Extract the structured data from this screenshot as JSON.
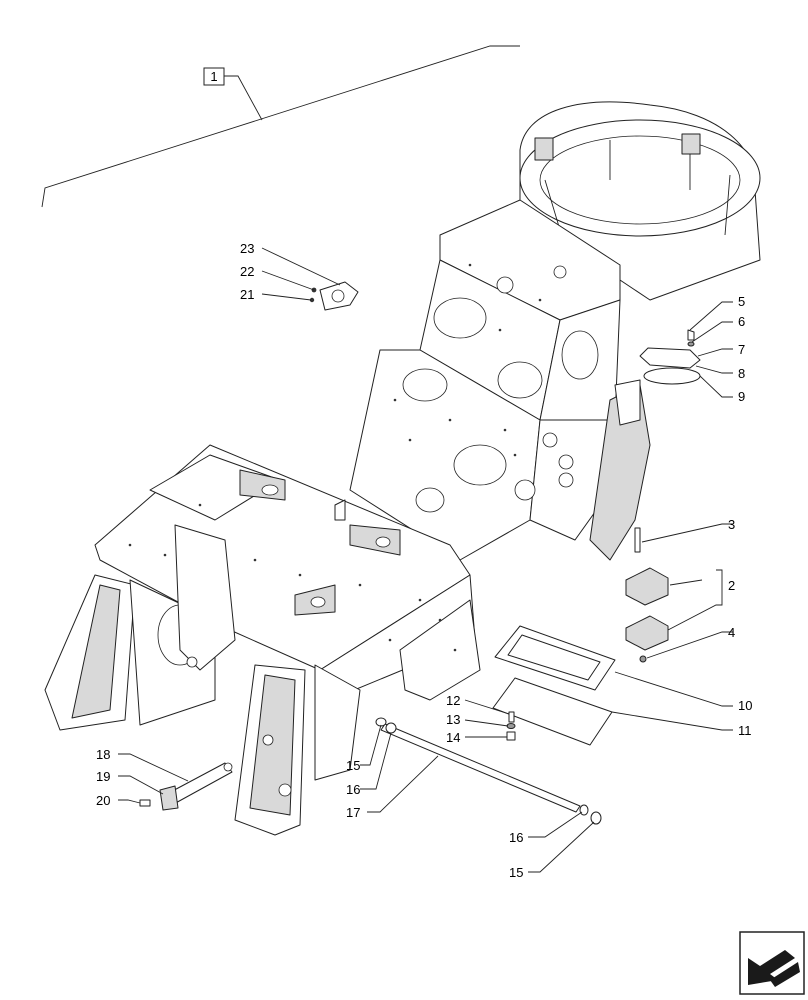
{
  "assembly_label": "1",
  "callouts": {
    "c2": "2",
    "c3": "3",
    "c4": "4",
    "c5": "5",
    "c6": "6",
    "c7": "7",
    "c8": "8",
    "c9": "9",
    "c10": "10",
    "c11": "11",
    "c12": "12",
    "c13": "13",
    "c14": "14",
    "c15a": "15",
    "c15b": "15",
    "c16a": "16",
    "c16b": "16",
    "c17": "17",
    "c18": "18",
    "c19": "19",
    "c20": "20",
    "c21": "21",
    "c22": "22",
    "c23": "23"
  },
  "nav_icon": "next-page-arrow-icon"
}
